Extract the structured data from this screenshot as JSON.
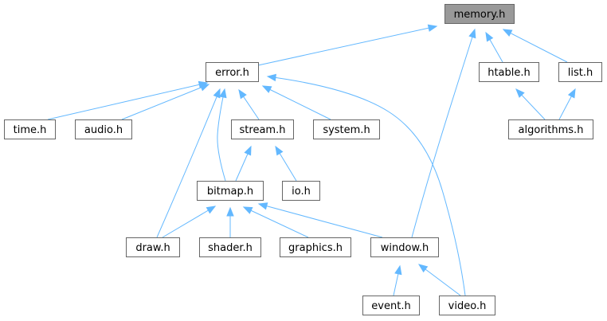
{
  "graph": {
    "current_node": "memory",
    "nodes": [
      {
        "id": "memory",
        "label": "memory.h"
      },
      {
        "id": "error",
        "label": "error.h"
      },
      {
        "id": "htable",
        "label": "htable.h"
      },
      {
        "id": "list",
        "label": "list.h"
      },
      {
        "id": "time",
        "label": "time.h"
      },
      {
        "id": "audio",
        "label": "audio.h"
      },
      {
        "id": "stream",
        "label": "stream.h"
      },
      {
        "id": "system",
        "label": "system.h"
      },
      {
        "id": "algorithms",
        "label": "algorithms.h"
      },
      {
        "id": "bitmap",
        "label": "bitmap.h"
      },
      {
        "id": "io",
        "label": "io.h"
      },
      {
        "id": "draw",
        "label": "draw.h"
      },
      {
        "id": "shader",
        "label": "shader.h"
      },
      {
        "id": "graphics",
        "label": "graphics.h"
      },
      {
        "id": "window",
        "label": "window.h"
      },
      {
        "id": "event",
        "label": "event.h"
      },
      {
        "id": "video",
        "label": "video.h"
      }
    ],
    "edges": [
      {
        "from": "error",
        "to": "memory"
      },
      {
        "from": "window",
        "to": "memory"
      },
      {
        "from": "htable",
        "to": "memory"
      },
      {
        "from": "list",
        "to": "memory"
      },
      {
        "from": "time",
        "to": "error"
      },
      {
        "from": "audio",
        "to": "error"
      },
      {
        "from": "draw",
        "to": "error"
      },
      {
        "from": "bitmap",
        "to": "error"
      },
      {
        "from": "stream",
        "to": "error"
      },
      {
        "from": "system",
        "to": "error"
      },
      {
        "from": "video",
        "to": "error"
      },
      {
        "from": "algorithms",
        "to": "htable"
      },
      {
        "from": "algorithms",
        "to": "list"
      },
      {
        "from": "bitmap",
        "to": "stream"
      },
      {
        "from": "io",
        "to": "stream"
      },
      {
        "from": "draw",
        "to": "bitmap"
      },
      {
        "from": "shader",
        "to": "bitmap"
      },
      {
        "from": "graphics",
        "to": "bitmap"
      },
      {
        "from": "window",
        "to": "bitmap"
      },
      {
        "from": "event",
        "to": "window"
      },
      {
        "from": "video",
        "to": "window"
      }
    ]
  }
}
